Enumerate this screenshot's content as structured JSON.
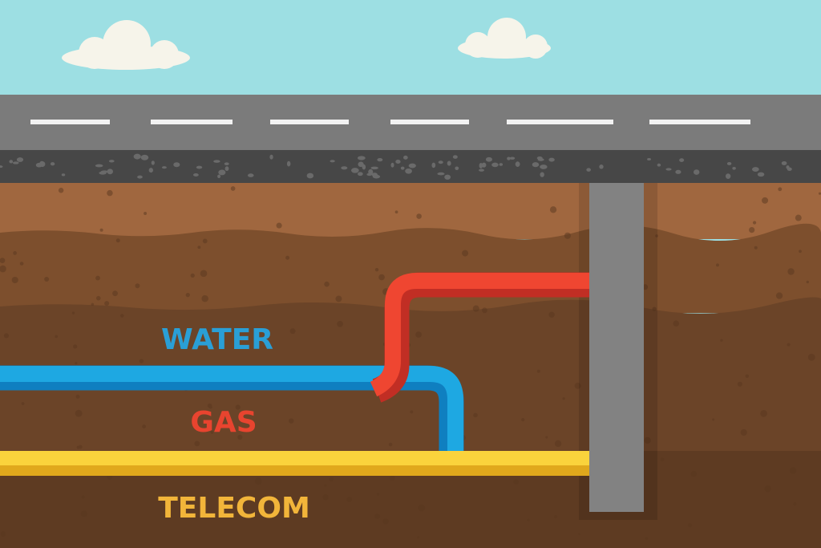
{
  "labels": {
    "water": "WATER",
    "gas": "GAS",
    "telecom": "TELECOM"
  },
  "colors": {
    "sky": "#9ddfe3",
    "road": "#7b7b7b",
    "gravel": "#4a4a4a",
    "water_pipe": "#1ea8e2",
    "gas_pipe": "#ef4631",
    "telecom_pipe": "#fad33c",
    "water_label": "#2a9fd6",
    "gas_label": "#e8442f",
    "telecom_label": "#f2b53a"
  }
}
